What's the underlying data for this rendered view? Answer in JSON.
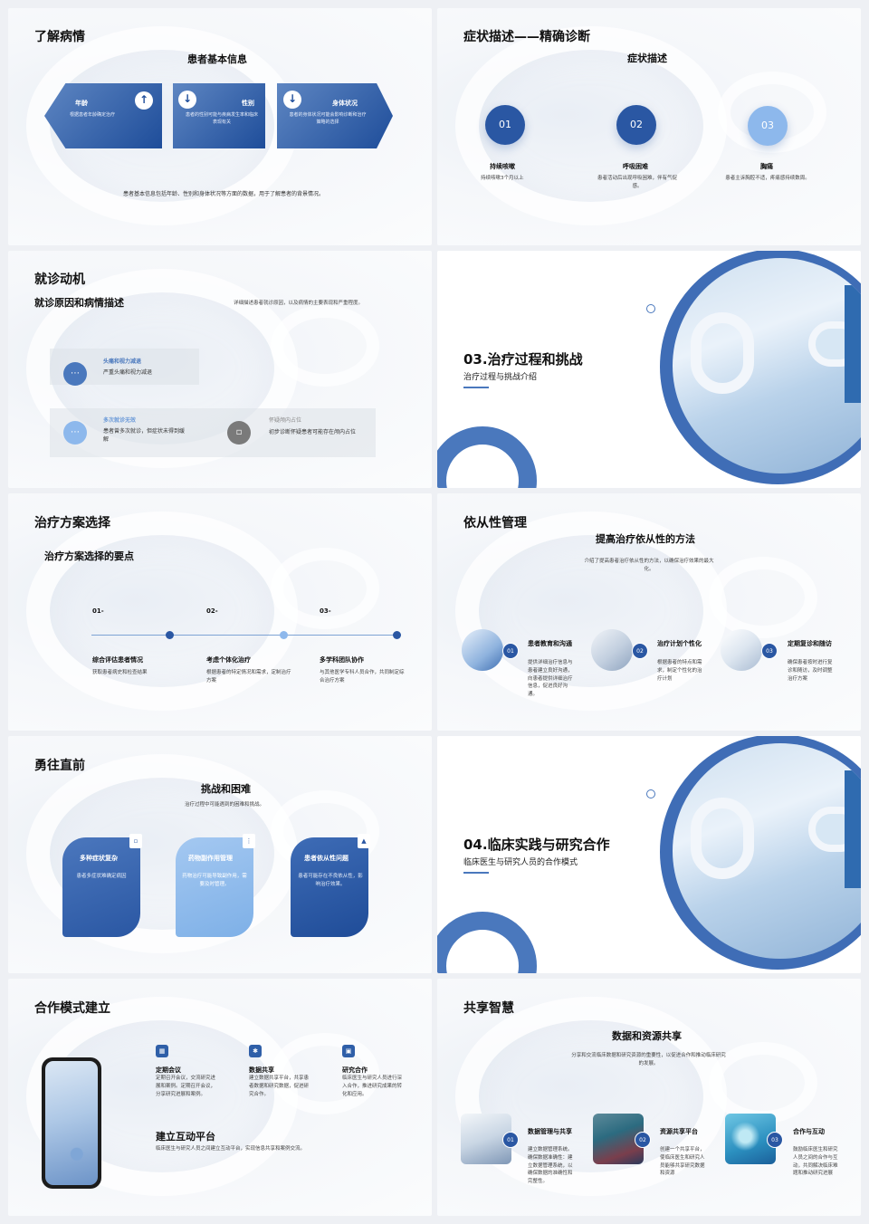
{
  "slides": {
    "s1": {
      "title": "了解病情",
      "subtitle": "患者基本信息",
      "items": [
        {
          "label": "年龄",
          "text": "根据患者年龄确定治疗",
          "icon": "arrow-up-icon"
        },
        {
          "label": "性别",
          "text": "患者的性别可能与疾病发生率和临床表现有关",
          "icon": "arrow-down-icon"
        },
        {
          "label": "身体状况",
          "text": "患者的身体状况可能会影响诊断和治疗策略的选择",
          "icon": "arrow-down-icon"
        }
      ],
      "footer": "患者基本信息包括年龄、性别和身体状况等方面的数据，用于了解患者的背景情况。"
    },
    "s2": {
      "title": "症状描述——精确诊断",
      "subtitle": "症状描述",
      "items": [
        {
          "num": "01",
          "label": "持续咳嗽",
          "text": "持续咳嗽3个月以上"
        },
        {
          "num": "02",
          "label": "呼吸困难",
          "text": "患者活动后出现呼吸困难，伴有气促感。"
        },
        {
          "num": "03",
          "label": "胸痛",
          "text": "患者主诉胸腔不适，疼痛感持续数周。"
        }
      ]
    },
    "s3": {
      "title": "就诊动机",
      "subtitle": "就诊原因和病情描述",
      "desc": "详细描述患者就诊原因，以及病情的主要表现和严重程度。",
      "items": [
        {
          "label": "头痛和视力减退",
          "text": "严重头痛和视力减退"
        },
        {
          "label": "多次就诊无效",
          "text": "患者曾多次就诊，但症状未得到缓解"
        },
        {
          "label": "怀疑颅内占位",
          "text": "初步诊断怀疑患者可能存在颅内占位"
        }
      ]
    },
    "s4": {
      "title": "03.治疗过程和挑战",
      "sub": "治疗过程与挑战介绍"
    },
    "s5": {
      "title": "治疗方案选择",
      "subtitle": "治疗方案选择的要点",
      "items": [
        {
          "num": "01-",
          "label": "综合评估患者情况",
          "text": "获取患者病史和检查结果"
        },
        {
          "num": "02-",
          "label": "考虑个体化治疗",
          "text": "根据患者的特定情况和需求，定制治疗方案"
        },
        {
          "num": "03-",
          "label": "多学科团队协作",
          "text": "与其他医学专科人员合作，共同制定综合治疗方案"
        }
      ]
    },
    "s6": {
      "title": "依从性管理",
      "subtitle": "提高治疗依从性的方法",
      "desc": "介绍了提高患者治疗依从性的方法，以确保治疗效果的最大化。",
      "items": [
        {
          "num": "01",
          "label": "患者教育和沟通",
          "text": "提供详细治疗信息与患者建立良好沟通，向患者提供详细治疗信息，促进良好沟通。"
        },
        {
          "num": "02",
          "label": "治疗计划个性化",
          "text": "根据患者的特点和需求，制定个性化的治疗计划"
        },
        {
          "num": "03",
          "label": "定期复诊和随访",
          "text": "确保患者按时进行复诊和随访，及时调整治疗方案"
        }
      ]
    },
    "s7": {
      "title": "勇往直前",
      "subtitle": "挑战和困难",
      "desc": "治疗过程中可能遇到的困难和挑战。",
      "items": [
        {
          "label": "多种症状复杂",
          "text": "患者多症状难确定病因"
        },
        {
          "label": "药物副作用管理",
          "text": "药物治疗可能导致副作用，需要及时管理。"
        },
        {
          "label": "患者依从性问题",
          "text": "患者可能存在不良依从性，影响治疗效果。"
        }
      ]
    },
    "s8": {
      "title": "04.临床实践与研究合作",
      "sub": "临床医生与研究人员的合作模式"
    },
    "s9": {
      "title": "合作模式建立",
      "items": [
        {
          "label": "定期会议",
          "text": "定期召开会议，交流研究进展和案例。定期召开会议，分享研究进展和案例。"
        },
        {
          "label": "数据共享",
          "text": "建立数据共享平台，共享患者数据和研究数据，促进研究合作。"
        },
        {
          "label": "研究合作",
          "text": "临床医生与研究人员进行深入合作，推进研究成果的转化和应用。"
        }
      ],
      "platform_title": "建立互动平台",
      "platform_text": "临床医生与研究人员之间建立互动平台，实现信息共享和案例交流。"
    },
    "s10": {
      "title": "共享智慧",
      "subtitle": "数据和资源共享",
      "desc": "分享和交流临床数据和研究资源的重要性，以促进合作和推动临床研究的发展。",
      "items": [
        {
          "num": "01",
          "label": "数据管理与共享",
          "text": "建立数据管理系统。确保数据准确性：建立数据管理系统，以确保数据的准确性和完整性。"
        },
        {
          "num": "02",
          "label": "资源共享平台",
          "text": "创建一个共享平台，使临床医生和研究人员能够共享研究数据和资源"
        },
        {
          "num": "03",
          "label": "合作与互动",
          "text": "鼓励临床医生和研究人员之间的合作与互动，共同解决临床难题和推动研究进展"
        }
      ]
    }
  },
  "colors": {
    "primary": "#2a57a3",
    "light": "#8db8ec",
    "mid": "#4a78bd"
  }
}
